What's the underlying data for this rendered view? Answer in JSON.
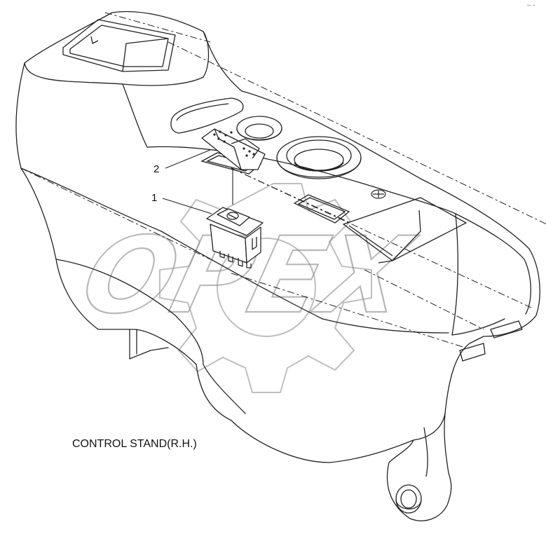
{
  "diagram": {
    "caption": "CONTROL STAND(R.H.)",
    "callouts": [
      {
        "id": "1",
        "label": "1"
      },
      {
        "id": "2",
        "label": "2"
      }
    ],
    "watermark": "OPEX",
    "corner_mark": "-- -"
  },
  "colors": {
    "line": "#222222",
    "watermark": "#8a8a8a"
  }
}
